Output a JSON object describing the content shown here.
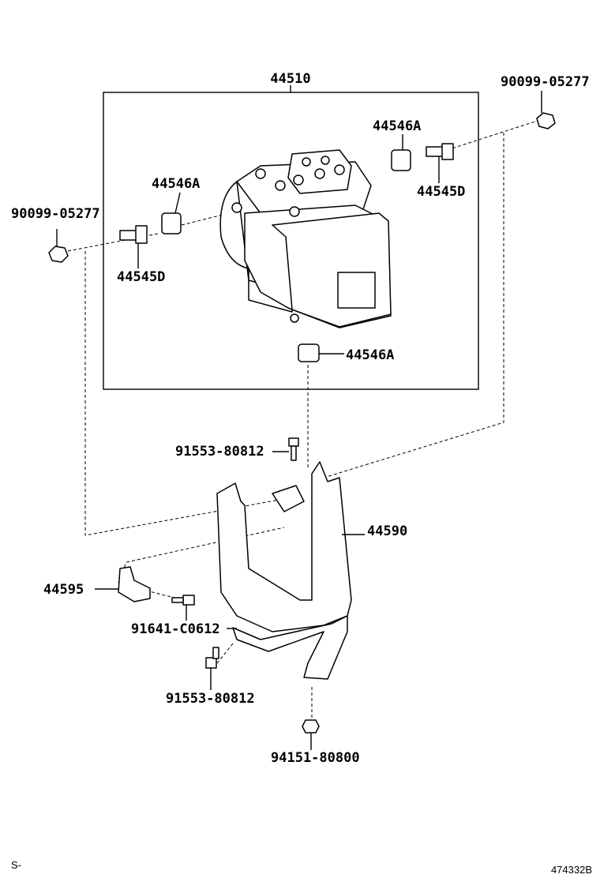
{
  "labels": {
    "assembly": "44510",
    "union_bolt_top_right": "90099-05277",
    "plug_top": "44546A",
    "plug_left": "44546A",
    "plug_bottom": "44546A",
    "fitting_right": "44545D",
    "fitting_left": "44545D",
    "union_bolt_left": "90099-05277",
    "bolt_bracket_top": "91553-80812",
    "bracket": "44590",
    "clamp": "44595",
    "bolt_clamp": "91641-C0612",
    "bolt_bracket_bottom": "91553-80812",
    "nut": "94151-80800"
  },
  "footer": {
    "left_code": "S-",
    "figure_number": "474332B"
  }
}
